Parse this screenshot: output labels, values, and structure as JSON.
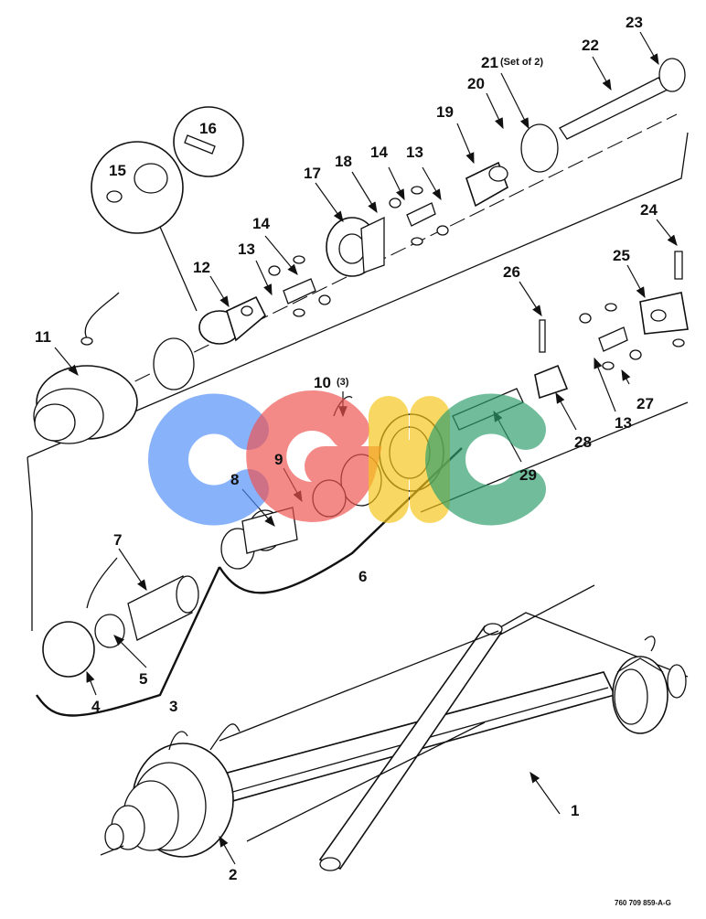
{
  "diagram": {
    "figure_code": "760 709 859-A-G",
    "watermark_letters": [
      "C",
      "G",
      "H",
      "C"
    ],
    "watermark_colors": [
      "#4f8ef7",
      "#ef5350",
      "#f5c518",
      "#2e9e6b"
    ],
    "callouts": {
      "c1": "1",
      "c2": "2",
      "c3": "3",
      "c4": "4",
      "c5": "5",
      "c6": "6",
      "c7": "7",
      "c8": "8",
      "c9": "9",
      "c10": "10",
      "c10_qty": "(3)",
      "c11": "11",
      "c12": "12",
      "c13a": "13",
      "c13b": "13",
      "c13c": "13",
      "c14a": "14",
      "c14b": "14",
      "c15": "15",
      "c16": "16",
      "c17": "17",
      "c18": "18",
      "c19": "19",
      "c20": "20",
      "c21": "21",
      "c21_note": "(Set of 2)",
      "c22": "22",
      "c23": "23",
      "c24": "24",
      "c25": "25",
      "c26": "26",
      "c27": "27",
      "c28": "28",
      "c29": "29"
    }
  }
}
